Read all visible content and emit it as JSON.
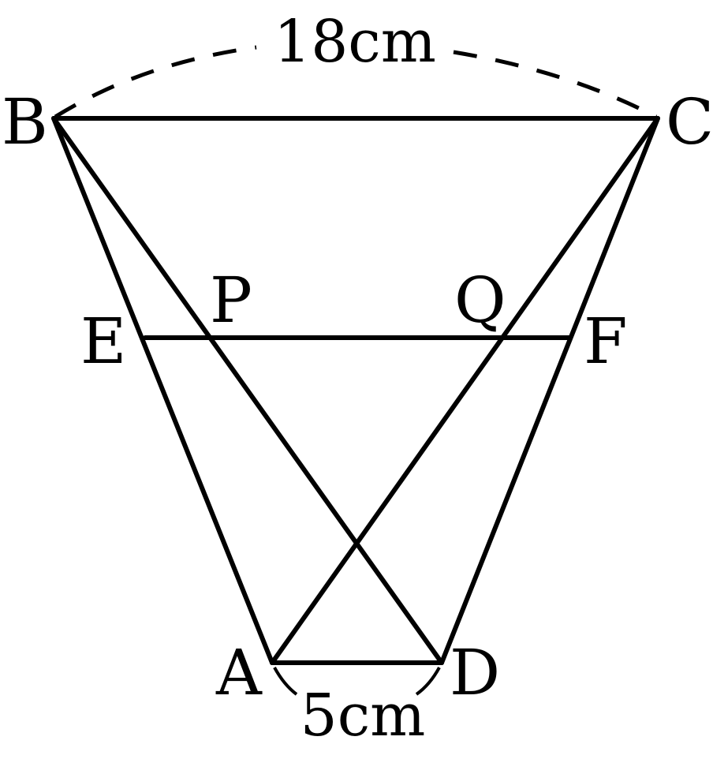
{
  "points": {
    "A": "A",
    "B": "B",
    "C": "C",
    "D": "D",
    "E": "E",
    "F": "F",
    "P": "P",
    "Q": "Q"
  },
  "lengths": {
    "BC": "18cm",
    "AD": "5cm"
  },
  "colors": {
    "stroke": "#000000",
    "background": "#ffffff"
  }
}
